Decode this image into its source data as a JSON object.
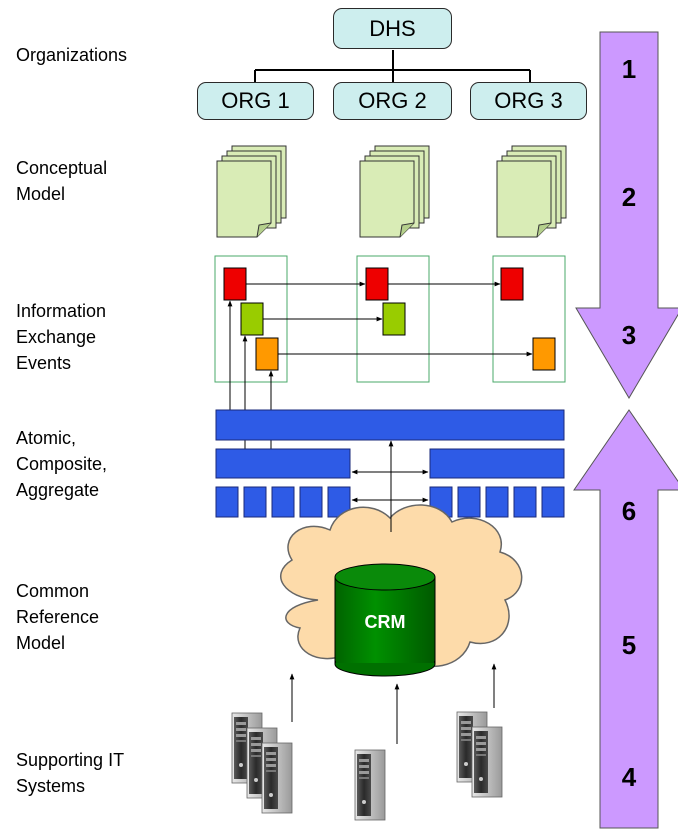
{
  "left_labels": [
    {
      "lines": [
        "Organizations"
      ]
    },
    {
      "lines": [
        "Conceptual",
        "Model"
      ]
    },
    {
      "lines": [
        "Information",
        "Exchange",
        "Events"
      ]
    },
    {
      "lines": [
        "Atomic,",
        "Composite,",
        "Aggregate"
      ]
    },
    {
      "lines": [
        "Common",
        "Reference",
        "Model"
      ]
    },
    {
      "lines": [
        "Supporting IT",
        "Systems"
      ]
    }
  ],
  "org_chart": {
    "root": "DHS",
    "children": [
      "ORG 1",
      "ORG 2",
      "ORG 3"
    ]
  },
  "repository": {
    "label": "CRM"
  },
  "step_numbers": {
    "down_arrow": [
      "1",
      "2",
      "3"
    ],
    "up_arrow": [
      "6",
      "5",
      "4"
    ]
  },
  "colors": {
    "org_box_fill": "#cdeeee",
    "document_fill": "#d9ecb6",
    "event_red": "#ee0000",
    "event_green": "#99cc00",
    "event_orange": "#ff9900",
    "data_bar_blue": "#2e5be6",
    "cloud_fill": "#fddbaa",
    "cylinder_green": "#008000",
    "arrow_purple": "#cc99ff",
    "event_frame": "#4aa86a"
  }
}
